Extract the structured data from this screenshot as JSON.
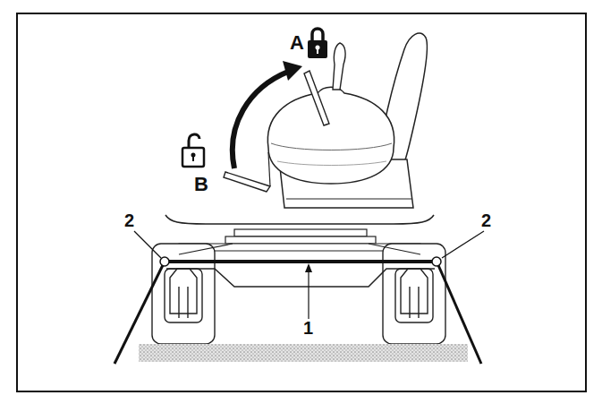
{
  "diagram": {
    "labels": [
      "A",
      "B",
      "2",
      "2",
      "1"
    ]
  }
}
